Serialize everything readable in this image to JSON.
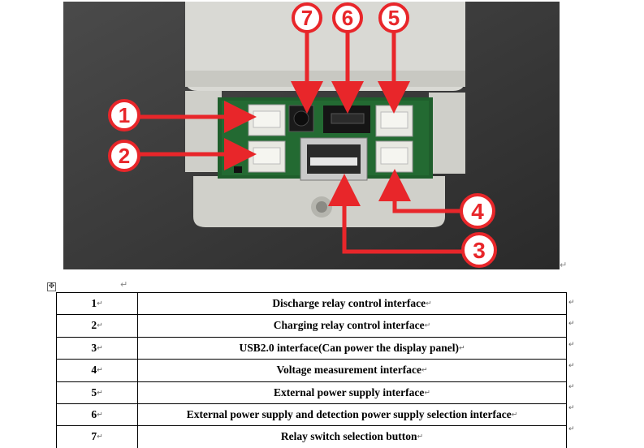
{
  "photo": {
    "callouts": [
      {
        "number": "1"
      },
      {
        "number": "2"
      },
      {
        "number": "3"
      },
      {
        "number": "4"
      },
      {
        "number": "5"
      },
      {
        "number": "6"
      },
      {
        "number": "7"
      }
    ],
    "callout_color": "#e8262a"
  },
  "marks": {
    "para": "↵",
    "cell": "↵",
    "move": "✥"
  },
  "table": {
    "rows": [
      {
        "number": "1",
        "description": "Discharge relay control interface"
      },
      {
        "number": "2",
        "description": "Charging relay control interface"
      },
      {
        "number": "3",
        "description": "USB2.0 interface(Can power the display panel)"
      },
      {
        "number": "4",
        "description": "Voltage measurement interface"
      },
      {
        "number": "5",
        "description": "External power supply interface"
      },
      {
        "number": "6",
        "description": "External power supply and detection power supply selection interface"
      },
      {
        "number": "7",
        "description": "Relay switch selection button"
      }
    ]
  }
}
